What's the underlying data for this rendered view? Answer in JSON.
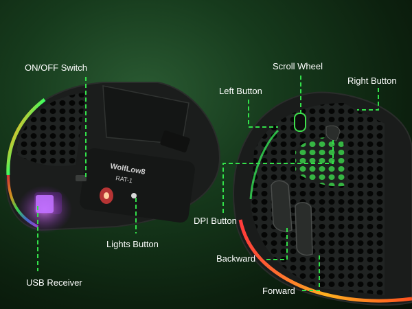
{
  "callouts": {
    "on_off_switch": "ON/OFF Switch",
    "scroll_wheel": "Scroll Wheel",
    "left_button": "Left Button",
    "right_button": "Right Button",
    "dpi_button": "DPI Button",
    "lights_button": "Lights Button",
    "backward": "Backward",
    "forward": "Forward",
    "usb_receiver": "USB Receiver"
  },
  "product_marks": {
    "brand": "WolfLow8",
    "model": "RAT-1"
  },
  "colors": {
    "callout_line": "#33e14a",
    "callout_text": "#ffffff",
    "background": "#163a1c",
    "mouse_body": "#1b1d1c",
    "rgb_glow": [
      "#ff3a3a",
      "#ffb020",
      "#3aff60",
      "#3a8bff",
      "#c050ff"
    ]
  }
}
